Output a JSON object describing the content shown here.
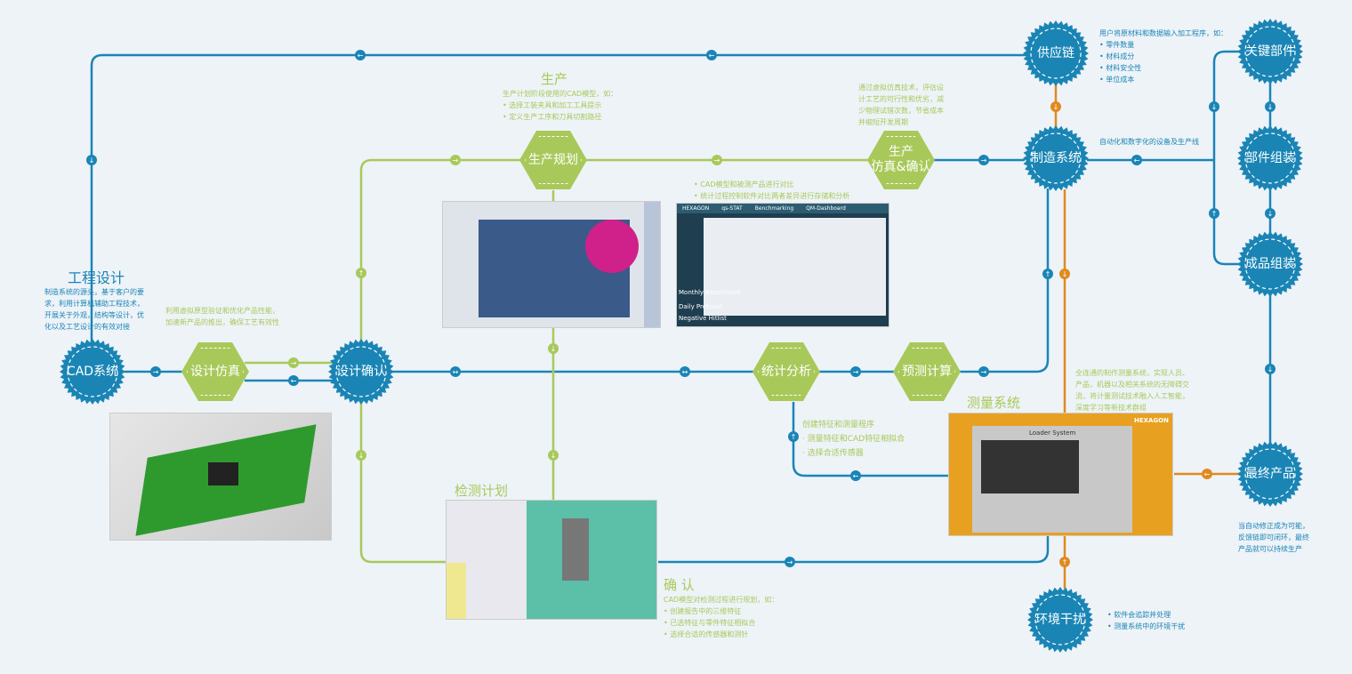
{
  "colors": {
    "blue": "#1a85b5",
    "green": "#a8c95a",
    "orange": "#e08a1e",
    "background": "#eef3f8"
  },
  "nodes": {
    "supply_chain": "供应链",
    "key_parts": "关键部件",
    "manufacturing": "制造系统",
    "part_assembly": "部件组装",
    "product_assembly": "成品组装",
    "cad": "CAD系统",
    "final_product": "最终产品",
    "environment": "环境干扰",
    "design_confirm": "设计确认",
    "design_sim": "设计仿真",
    "production_planning": "生产规划",
    "production_sim_1": "生产",
    "production_sim_2": "仿真&确认",
    "statistics": "统计分析",
    "prediction": "预测计算"
  },
  "texts": {
    "engineering_title": "工程设计",
    "engineering_desc": [
      "制造系统的源头，基于客户的要",
      "求，利用计算机辅助工程技术，",
      "开展关于外观，结构等设计，优",
      "化以及工艺设计的有效对接"
    ],
    "design_sim_desc": [
      "利用虚拟原型验证和优化产品性能，",
      "加速新产品的推出，确保工艺有效性"
    ],
    "production_title": "生产",
    "production_desc": [
      "生产计划阶段使用的CAD模型，如：",
      "• 选择工装夹具和加工工具提示",
      "• 定义生产工序和刀具切割路径"
    ],
    "prod_sim_desc": [
      "通过虚拟仿真技术，评估设",
      "计工艺的可行性和优劣，减",
      "少物理试错次数，节省成本",
      "并缩短开发周期"
    ],
    "spc_desc": [
      "• CAD模型和被测产品进行对比",
      "• 统计过程控制软件对比两者差异进行存储和分析"
    ],
    "supply_desc": [
      "用户将原材料和数据输入加工程序，如：",
      "• 零件数量",
      "• 材料成分",
      "• 材料安全性",
      "• 单位成本"
    ],
    "manufacturing_desc": "自动化和数字化的设备及生产线",
    "measure_title": "测量系统",
    "measure_desc": [
      "全连通的制作测量系统，实现人员、",
      "产品，机器以及相关系统的无障碍交",
      "流，将计量测试技术融入人工智能，",
      "深度学习等新技术群组"
    ],
    "program_desc": [
      "创建特征和测量程序",
      "· 测量特征和CAD特征相拟合",
      "· 选择合适传感器"
    ],
    "inspection_title": "检测计划",
    "confirm_title": "确 认",
    "confirm_desc": [
      "CAD模型对检测过程进行规划，如：",
      "• 创建报告中的三维特征",
      "• 已选特征与零件特征相拟合",
      "• 选择合适的传感器和测针"
    ],
    "env_desc": [
      "• 软件会追踪并处理",
      "• 测量系统中的环境干扰"
    ],
    "final_desc": [
      "当自动修正成为可能，",
      "反馈链即可闭环，最终",
      "产品就可以持续生产"
    ]
  },
  "screens": {
    "dashboard_tabs": [
      "HEXAGON",
      "qs-STAT",
      "Benchmarking",
      "QM-Dashboard"
    ],
    "dashboard_side": [
      "Monthly Benchmark",
      "Daily Protocol",
      "Negative Hitlist"
    ],
    "measure_logo": "HEXAGON",
    "measure_app": "Loader System"
  }
}
